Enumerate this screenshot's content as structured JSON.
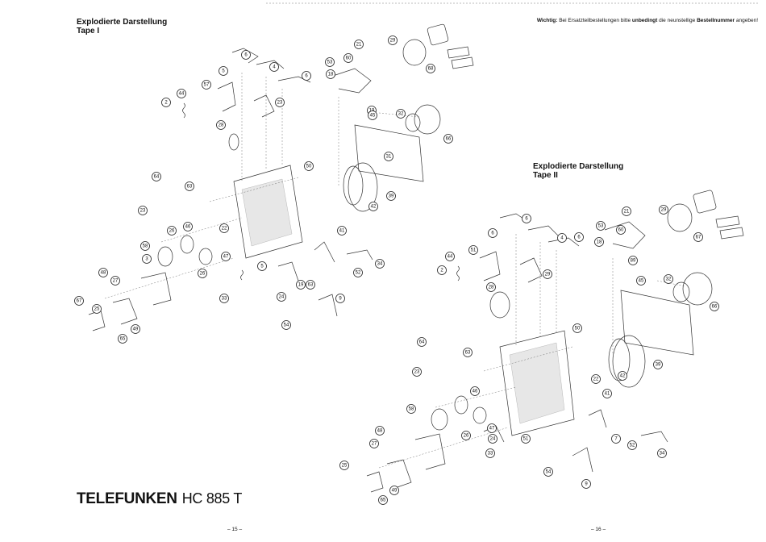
{
  "left_page": {
    "heading_line1": "Explodierte Darstellung",
    "heading_line2": "Tape I",
    "brand": "TELEFUNKEN",
    "model": "HC 885 T",
    "page_number": "– 15 –",
    "callouts": [
      "5",
      "6",
      "4",
      "6",
      "21",
      "29",
      "68",
      "53",
      "18",
      "60",
      "57",
      "44",
      "2",
      "23",
      "28",
      "19",
      "45",
      "32",
      "66",
      "31",
      "50",
      "64",
      "63",
      "39",
      "42",
      "22",
      "23",
      "46",
      "41",
      "58",
      "26",
      "47",
      "5",
      "3",
      "26",
      "48",
      "27",
      "34",
      "52",
      "67",
      "25",
      "33",
      "24",
      "63",
      "19",
      "9",
      "54",
      "65",
      "49"
    ]
  },
  "right_page": {
    "notice_prefix": "Wichtig:",
    "notice_middle1": " Bei Ersatzteilbestellungen bitte ",
    "notice_em1": "unbedingt",
    "notice_middle2": " die neunstellige ",
    "notice_em2": "Bestellnummer",
    "notice_suffix": " angeben!",
    "heading_line1": "Explodierte Darstellung",
    "heading_line2": "Tape II",
    "page_number": "– 16 –",
    "callouts": [
      "6",
      "6",
      "4",
      "6",
      "53",
      "21",
      "29",
      "60",
      "18",
      "67",
      "51",
      "44",
      "89",
      "45",
      "32",
      "2",
      "28",
      "29",
      "66",
      "50",
      "64",
      "63",
      "23",
      "46",
      "22",
      "42",
      "39",
      "58",
      "26",
      "47",
      "41",
      "24",
      "48",
      "27",
      "51",
      "33",
      "7",
      "25",
      "49",
      "65",
      "54",
      "9",
      "52",
      "34"
    ]
  },
  "icons": {
    "diagram": "exploded-parts-drawing"
  }
}
